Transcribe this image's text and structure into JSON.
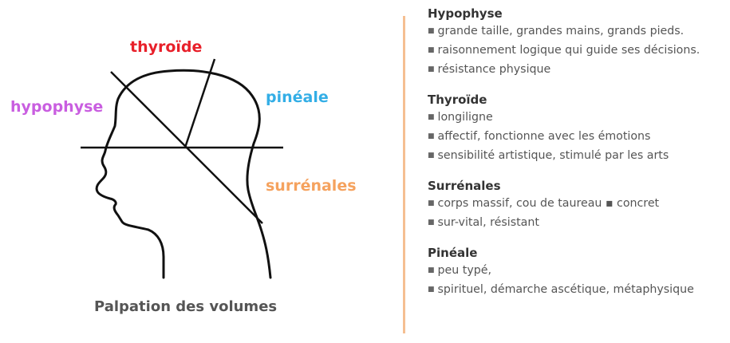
{
  "diagram": {
    "labels": {
      "thyroide": "thyroïde",
      "hypophyse": "hypophyse",
      "pineale": "pinéale",
      "surrenales": "surrénales"
    },
    "caption": "Palpation des volumes",
    "colors": {
      "thyroide": "#e8202a",
      "hypophyse": "#c95ee0",
      "pineale": "#33aee6",
      "surrenales": "#f5a25e",
      "divider": "#f5bf92"
    }
  },
  "sections": [
    {
      "title": "Hypophyse",
      "items": [
        "grande taille, grandes mains, grands pieds.",
        "raisonnement logique qui guide ses décisions.",
        "résistance physique"
      ]
    },
    {
      "title": "Thyroïde",
      "items": [
        "longiligne",
        "affectif, fonctionne avec les émotions",
        "sensibilité artistique, stimulé par les arts"
      ]
    },
    {
      "title": "Surrénales",
      "items": [
        "corps massif, cou de taureau ▪ concret",
        "sur-vital, résistant"
      ]
    },
    {
      "title": "Pinéale",
      "items": [
        "peu typé,",
        "spirituel, démarche ascétique, métaphysique"
      ]
    }
  ]
}
